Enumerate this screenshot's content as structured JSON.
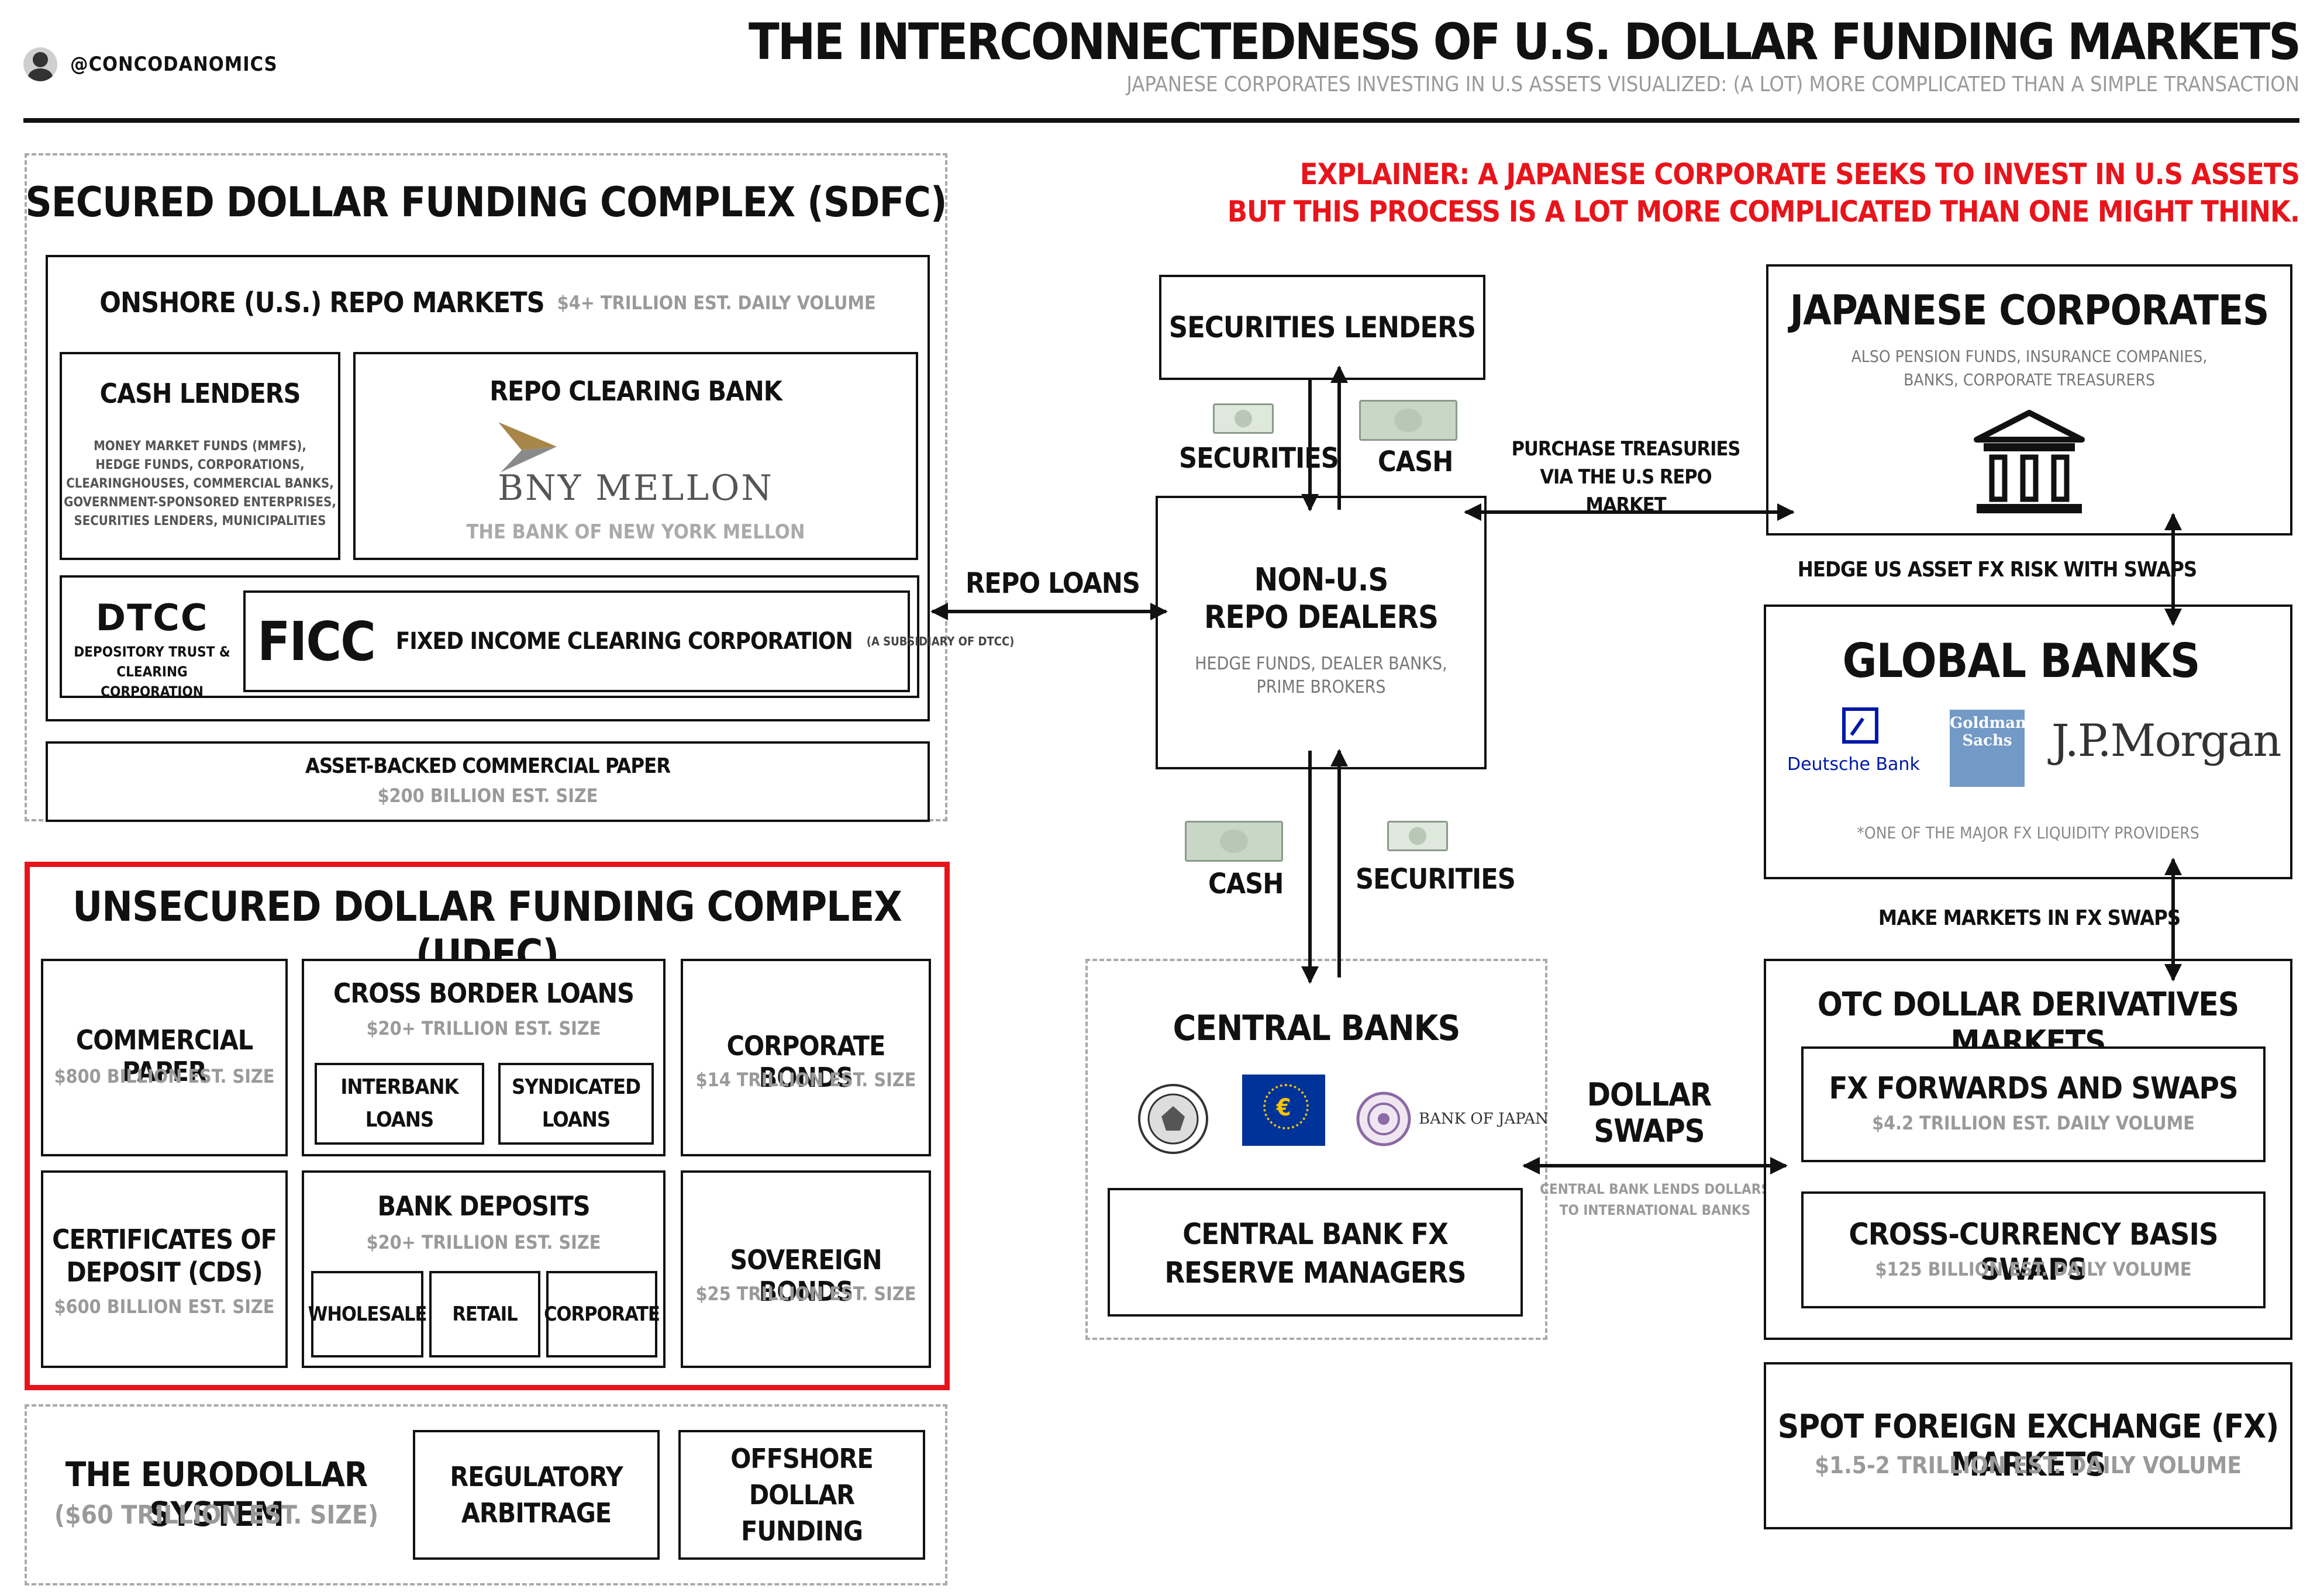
{
  "header": {
    "handle": "@CONCODANOMICS",
    "title": "THE INTERCONNECTEDNESS OF U.S. DOLLAR FUNDING MARKETS",
    "subtitle": "JAPANESE CORPORATES INVESTING IN U.S ASSETS VISUALIZED: (A LOT) MORE COMPLICATED THAN A SIMPLE TRANSACTION"
  },
  "explainer": {
    "line1": "EXPLAINER: A JAPANESE CORPORATE SEEKS TO INVEST IN U.S ASSETS",
    "line2": "BUT THIS PROCESS IS A LOT MORE COMPLICATED THAN ONE MIGHT THINK."
  },
  "sdfc": {
    "title": "SECURED DOLLAR FUNDING COMPLEX (SDFC)",
    "onshore_title": "ONSHORE (U.S.) REPO MARKETS",
    "onshore_volume": "$4+ TRILLION EST. DAILY VOLUME",
    "cash_lenders": {
      "title": "CASH LENDERS",
      "lines": [
        "MONEY MARKET FUNDS (MMFS),",
        "HEDGE FUNDS, CORPORATIONS,",
        "CLEARINGHOUSES, COMMERCIAL BANKS,",
        "GOVERNMENT-SPONSORED ENTERPRISES,",
        "SECURITIES LENDERS, MUNICIPALITIES"
      ]
    },
    "repo_clearing": {
      "title": "REPO CLEARING BANK",
      "logo_text": "BNY MELLON",
      "caption": "THE BANK OF NEW YORK MELLON"
    },
    "dtcc": {
      "logo": "DTCC",
      "line1": "DEPOSITORY TRUST &",
      "line2": "CLEARING CORPORATION"
    },
    "ficc": {
      "logo": "FICC",
      "name": "FIXED INCOME CLEARING CORPORATION",
      "note": "(A SUBSIDIARY OF DTCC)"
    },
    "abcp": {
      "title": "ASSET-BACKED COMMERCIAL PAPER",
      "size": "$200 BILLION EST. SIZE"
    }
  },
  "udfc": {
    "title": "UNSECURED DOLLAR FUNDING COMPLEX (UDFC)",
    "commercial_paper": {
      "title": "COMMERCIAL PAPER",
      "size": "$800 BILLION EST. SIZE"
    },
    "cross_border": {
      "title": "CROSS BORDER LOANS",
      "size": "$20+ TRILLION EST. SIZE",
      "items": [
        "INTERBANK LOANS",
        "SYNDICATED LOANS"
      ]
    },
    "corporate_bonds": {
      "title": "CORPORATE BONDS",
      "size": "$14 TRILLION EST. SIZE"
    },
    "cds": {
      "title1": "CERTIFICATES OF",
      "title2": "DEPOSIT (CDS)",
      "size": "$600 BILLION EST. SIZE"
    },
    "bank_deposits": {
      "title": "BANK DEPOSITS",
      "size": "$20+ TRILLION EST. SIZE",
      "items": [
        "WHOLESALE",
        "RETAIL",
        "CORPORATE"
      ]
    },
    "sovereign_bonds": {
      "title": "SOVEREIGN BONDS",
      "size": "$25 TRILLION EST. SIZE"
    }
  },
  "eurodollar": {
    "title": "THE EURODOLLAR SYSTEM",
    "size": "($60 TRILLION EST. SIZE)",
    "items": [
      "REGULATORY ARBITRAGE",
      "OFFSHORE DOLLAR FUNDING"
    ]
  },
  "flows": {
    "repo_loans": "REPO LOANS",
    "securities_top": "SECURITIES",
    "cash_top": "CASH",
    "cash_bottom": "CASH",
    "securities_bottom": "SECURITIES",
    "purchase1": "PURCHASE TREASURIES",
    "purchase2": "VIA THE U.S REPO MARKET",
    "hedge": "HEDGE US ASSET FX RISK WITH SWAPS",
    "make_markets": "MAKE MARKETS IN FX SWAPS",
    "dollar_swaps1": "DOLLAR",
    "dollar_swaps2": "SWAPS",
    "cb_lends1": "CENTRAL BANK LENDS DOLLARS",
    "cb_lends2": "TO INTERNATIONAL BANKS"
  },
  "securities_lenders": {
    "title": "SECURITIES LENDERS"
  },
  "repo_dealers": {
    "title1": "NON-U.S",
    "title2": "REPO DEALERS",
    "sub1": "HEDGE FUNDS, DEALER BANKS,",
    "sub2": "PRIME BROKERS"
  },
  "japanese_corporates": {
    "title": "JAPANESE CORPORATES",
    "sub1": "ALSO PENSION FUNDS, INSURANCE COMPANIES,",
    "sub2": "BANKS, CORPORATE TREASURERS",
    "icon": "bank-building-icon"
  },
  "global_banks": {
    "title": "GLOBAL BANKS",
    "deutsche": "Deutsche Bank",
    "goldman1": "Goldman",
    "goldman2": "Sachs",
    "jpm": "J.P.Morgan",
    "note": "*ONE OF THE MAJOR FX LIQUIDITY PROVIDERS"
  },
  "central_banks": {
    "title": "CENTRAL BANKS",
    "boj": "BANK OF JAPAN",
    "reserve1": "CENTRAL BANK FX",
    "reserve2": "RESERVE MANAGERS"
  },
  "otc": {
    "title": "OTC DOLLAR DERIVATIVES MARKETS",
    "fx_title": "FX FORWARDS AND SWAPS",
    "fx_size": "$4.2 TRILLION EST. DAILY VOLUME",
    "ccbs_title": "CROSS-CURRENCY BASIS SWAPS",
    "ccbs_size": "$125 BILLION EST. DAILY VOLUME"
  },
  "spot_fx": {
    "title": "SPOT FOREIGN EXCHANGE (FX) MARKETS",
    "size": "$1.5-2 TRILLION EST. DAILY VOLUME"
  },
  "colors": {
    "accent_red": "#e8141b",
    "text": "#111111",
    "grey": "#9a9a9a",
    "bny_gold": "#a8864a",
    "deutsche_blue": "#0018a8",
    "goldman_blue": "#7399c6"
  }
}
